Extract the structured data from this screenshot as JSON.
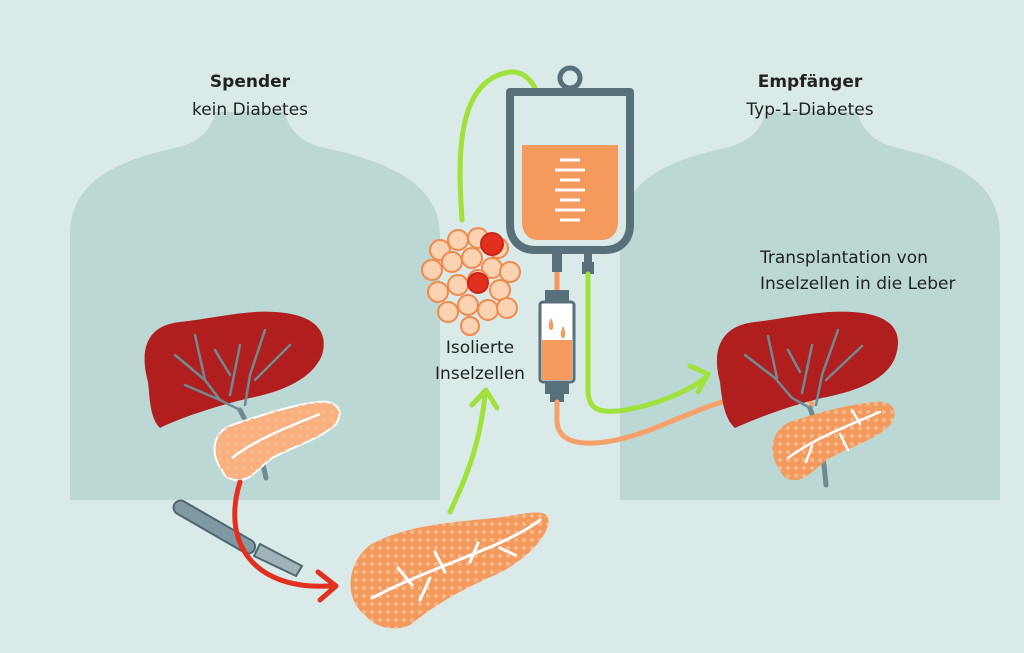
{
  "donor": {
    "title": "Spender",
    "subtitle": "kein Diabetes"
  },
  "recipient": {
    "title": "Empfänger",
    "subtitle": "Typ-1-Diabetes"
  },
  "transplant_label_line1": "Transplantation von",
  "transplant_label_line2": "Inselzellen in die Leber",
  "isolated_label_line1": "Isolierte",
  "isolated_label_line2": "Inselzellen",
  "colors": {
    "background": "#d9eae8",
    "body_silhouette": "#bcd8d5",
    "liver": "#b01f1e",
    "pancreas": "#f49a5c",
    "arrow_green": "#9fe23c",
    "arrow_red": "#e3301e",
    "iv_bag_outline": "#57707a",
    "iv_fluid": "#f49a5c"
  },
  "icons": [
    "scalpel-icon",
    "iv-bag-icon",
    "drip-chamber-icon",
    "liver-icon",
    "pancreas-icon",
    "islet-cells-icon"
  ]
}
